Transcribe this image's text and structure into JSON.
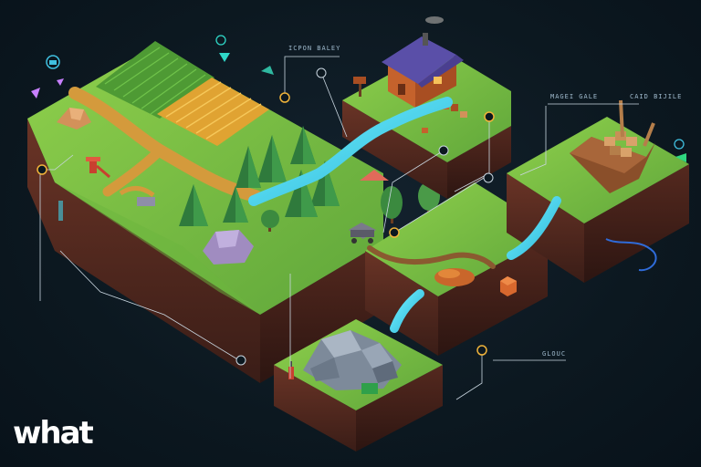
{
  "labels": {
    "farm_label": "ICPON BALEY",
    "wood_label": "MAGEI GALE",
    "dock_label": "CAID BIJILE",
    "rock_label": "GLOUC"
  },
  "watermark": "what",
  "icons": [
    "lock-icon",
    "gem-icon",
    "coin-icon",
    "settings-icon",
    "key-icon",
    "crystal-icon"
  ],
  "colors": {
    "background": "#0c1820",
    "grass": "#7cc043",
    "dirt": "#5a2f22",
    "water": "#3fd0e8",
    "path": "#d49a3c",
    "wheat": "#e4a62f",
    "roof": "#5a4fa8",
    "accent_ring": "#f0b33a"
  }
}
